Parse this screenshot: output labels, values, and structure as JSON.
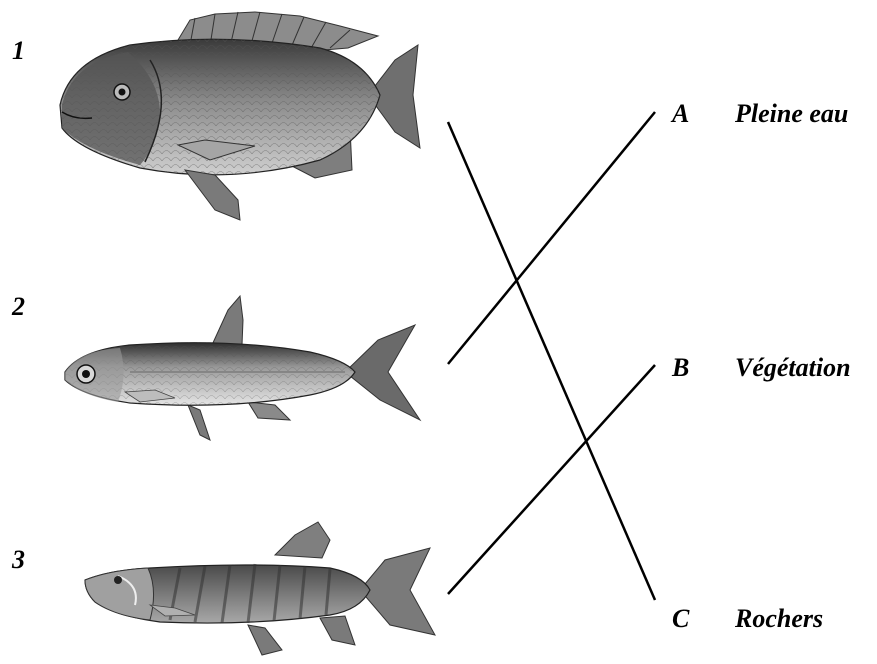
{
  "fish": [
    {
      "number": "1",
      "icon": "tilapia-fish-illustration"
    },
    {
      "number": "2",
      "icon": "herring-like-fish-illustration"
    },
    {
      "number": "3",
      "icon": "pike-like-fish-illustration"
    }
  ],
  "habitats": [
    {
      "letter": "A",
      "label": "Pleine eau"
    },
    {
      "letter": "B",
      "label": "Végétation"
    },
    {
      "letter": "C",
      "label": "Rochers"
    }
  ],
  "matches": [
    {
      "fish": "1",
      "habitat": "C"
    },
    {
      "fish": "2",
      "habitat": "A"
    },
    {
      "fish": "3",
      "habitat": "B"
    }
  ],
  "colors": {
    "ink": "#000000",
    "background": "#ffffff"
  }
}
